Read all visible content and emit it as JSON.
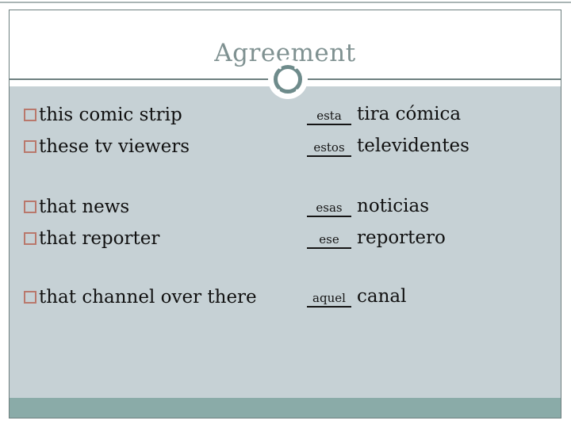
{
  "slide": {
    "title": "Agreement",
    "rows": [
      {
        "en": "this comic strip",
        "answer": "esta",
        "es": "tira cómica"
      },
      {
        "en": "these tv viewers",
        "answer": "estos",
        "es": "televidentes"
      },
      {
        "en": "that news",
        "answer": "esas",
        "es": "noticias"
      },
      {
        "en": "that reporter",
        "answer": "ese",
        "es": "reportero"
      },
      {
        "en": "that channel over there",
        "answer": "aquel",
        "es": "canal"
      }
    ]
  },
  "icons": {
    "bullet": "hollow-square-bullet",
    "ornament": "beaded-circle-ornament"
  },
  "colors": {
    "content_bg": "#c6d1d5",
    "band": "#8aaba8",
    "ring": "#6e8b8b",
    "title": "#7f9191",
    "line": "#6e8080",
    "rule_light": "#aab5b5",
    "bullet": "#b9786c",
    "text": "#101010"
  }
}
